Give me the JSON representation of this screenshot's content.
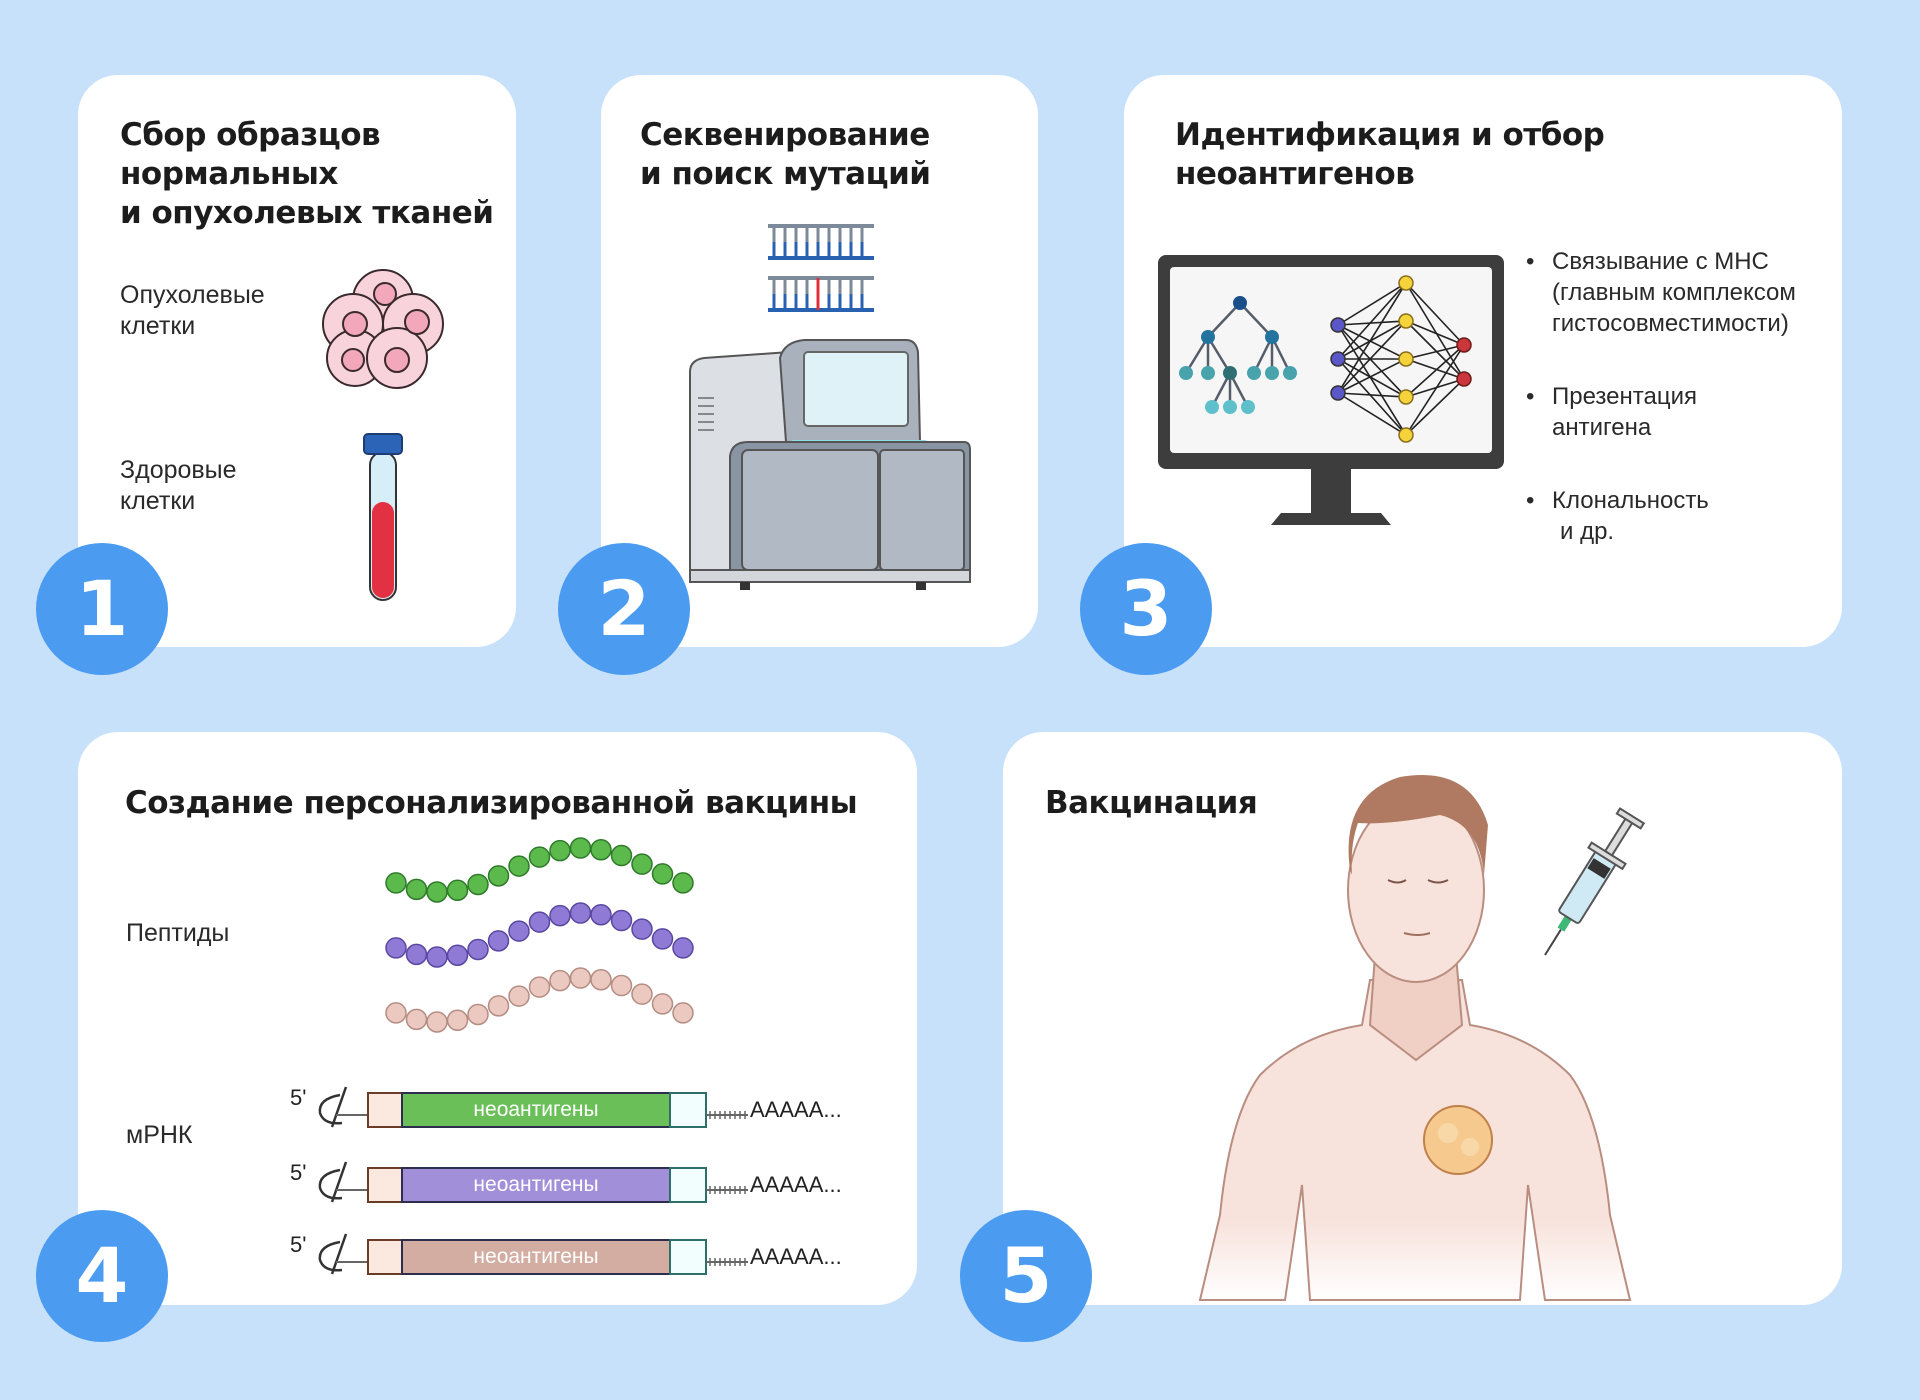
{
  "colors": {
    "background": "#c7e1fb",
    "card": "#ffffff",
    "badge": "#4b9bf1",
    "green": "#6bbf59",
    "purple": "#a28fd9",
    "beige": "#d3ada1"
  },
  "steps": [
    {
      "number": "1",
      "title": [
        "Сбор образцов",
        "нормальных",
        "и опухолевых тканей"
      ],
      "items": [
        {
          "label": [
            "Опухолевые",
            "клетки"
          ],
          "icon": "tumor-cells-icon"
        },
        {
          "label": [
            "Здоровые",
            "клетки"
          ],
          "icon": "blood-tube-icon"
        }
      ]
    },
    {
      "number": "2",
      "title": [
        "Секвенирование",
        "и поиск мутаций"
      ],
      "icons": [
        "dna-strand-icon",
        "dna-mutation-icon",
        "sequencer-machine-icon"
      ]
    },
    {
      "number": "3",
      "title": [
        "Идентификация и отбор",
        "неоантигенов"
      ],
      "icon": "computer-monitor-icon",
      "bullets": [
        [
          "Связывание с МНС",
          "(главным комплексом",
          "гистосовместимости)"
        ],
        [
          "Презентация",
          "антигена"
        ],
        [
          "Клональность",
          "и др."
        ]
      ]
    },
    {
      "number": "4",
      "title": [
        "Создание персонализированной вакцины"
      ],
      "peptides_label": "Пептиды",
      "mrna_label": "мРНК",
      "mrna": [
        {
          "prime": "5'",
          "insert": "неоантигены",
          "tail": "AAAAA...",
          "color": "#6bbf59"
        },
        {
          "prime": "5'",
          "insert": "неоантигены",
          "tail": "AAAAA...",
          "color": "#a28fd9"
        },
        {
          "prime": "5'",
          "insert": "неоантигены",
          "tail": "AAAAA...",
          "color": "#d3ada1"
        }
      ]
    },
    {
      "number": "5",
      "title": [
        "Вакцинация"
      ],
      "icon": "human-vaccination-icon"
    }
  ]
}
